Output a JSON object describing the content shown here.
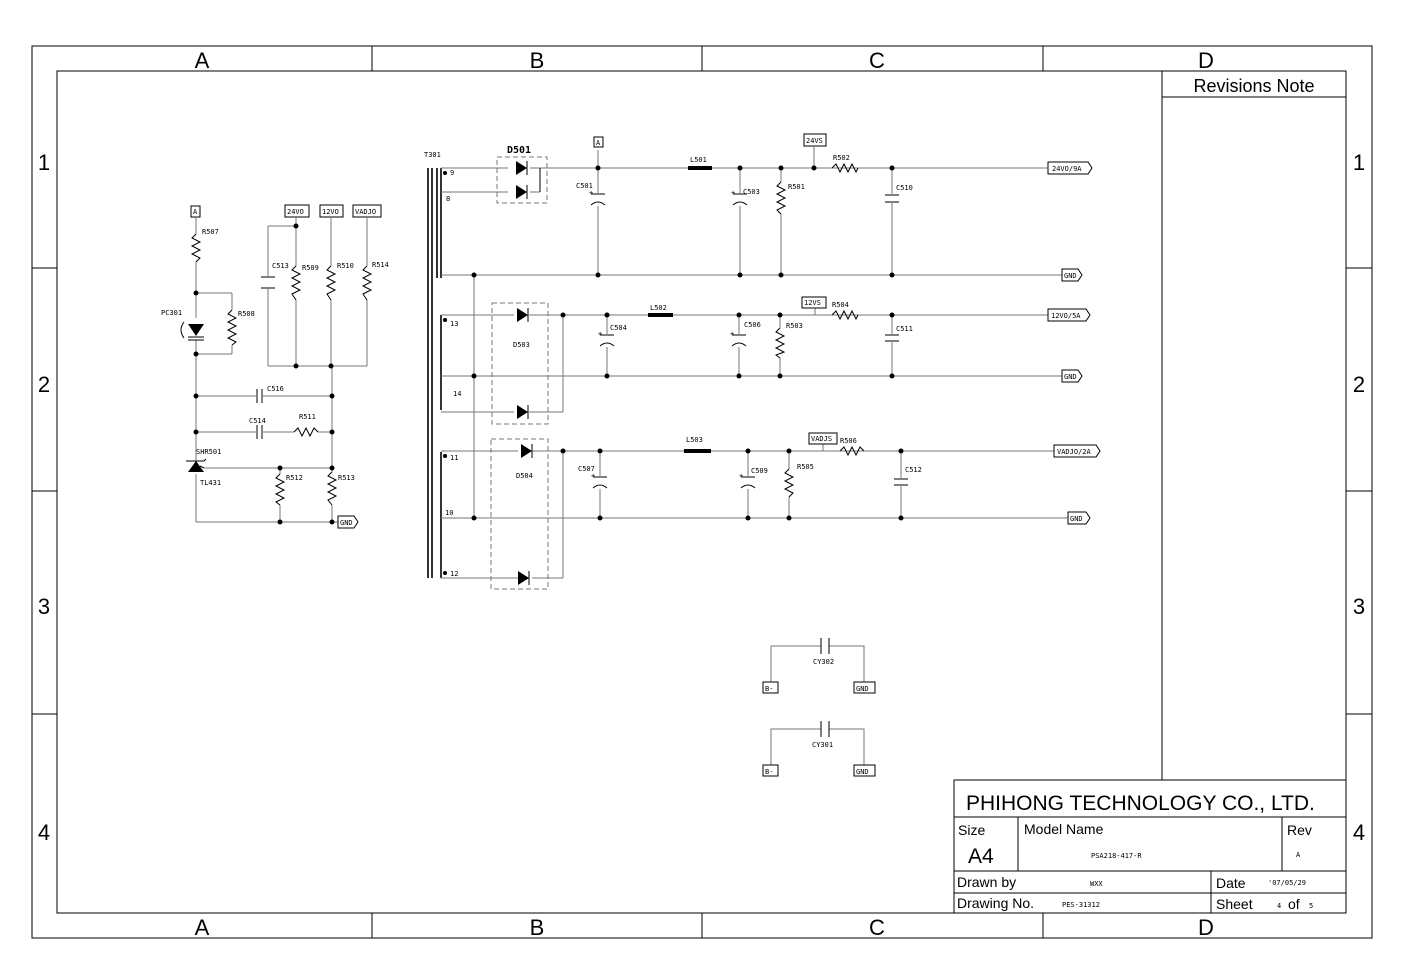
{
  "zones": {
    "cols": [
      "A",
      "B",
      "C",
      "D"
    ],
    "rows": [
      "1",
      "2",
      "3",
      "4"
    ]
  },
  "revisions": {
    "title": "Revisions  Note"
  },
  "title_block": {
    "company": "PHIHONG TECHNOLOGY CO., LTD.",
    "size_label": "Size",
    "size_value": "A4",
    "model_label": "Model Name",
    "model_value": "PSA218-417-R",
    "rev_label": "Rev",
    "rev_value": "A",
    "drawn_label": "Drawn by",
    "drawn_value": "WXX",
    "date_label": "Date",
    "date_value": "'07/05/29",
    "drawing_label": "Drawing No.",
    "drawing_value": "PES-31312",
    "sheet_label": "Sheet",
    "sheet_num": "4",
    "sheet_of": "of",
    "sheet_total": "5"
  },
  "components": {
    "T301": "T301",
    "D501": "D501",
    "D503": "D503",
    "D504": "D504",
    "C501": "C501",
    "C503": "C503",
    "C504": "C504",
    "C506": "C506",
    "C507": "C507",
    "C509": "C509",
    "C510": "C510",
    "C511": "C511",
    "C512": "C512",
    "C513": "C513",
    "C514": "C514",
    "C516": "C516",
    "L501": "L501",
    "L502": "L502",
    "L503": "L503",
    "R501": "R501",
    "R502": "R502",
    "R503": "R503",
    "R504": "R504",
    "R505": "R505",
    "R506": "R506",
    "R507": "R507",
    "R508": "R508",
    "R509": "R509",
    "R510": "R510",
    "R511": "R511",
    "R512": "R512",
    "R513": "R513",
    "R514": "R514",
    "PC301": "PC301",
    "SHR501": "SHR501",
    "TL431": "TL431",
    "CY302": "CY302",
    "CY301": "CY301"
  },
  "pins": {
    "p9": "9",
    "p8": "8",
    "p13": "13",
    "p14": "14",
    "p11": "11",
    "p10": "10",
    "p12": "12"
  },
  "nets": {
    "A": "A",
    "V24VO": "24VO",
    "V12VO": "12VO",
    "VADJO": "VADJO",
    "V24VS": "24VS",
    "V12VS": "12VS",
    "VADJS": "VADJS",
    "out24": "24VO/9A",
    "out12": "12VO/5A",
    "outadj": "VADJO/2A",
    "GND": "GND",
    "Bminus": "B-"
  }
}
